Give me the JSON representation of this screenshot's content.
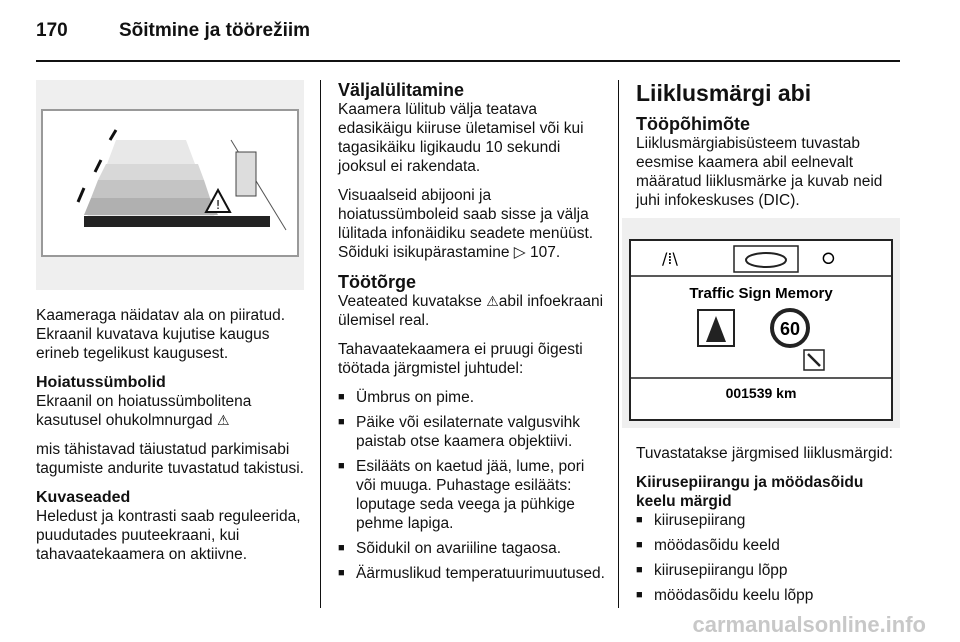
{
  "header": {
    "page_number": "170",
    "title": "Sõitmine ja töörežiim"
  },
  "col1": {
    "para1": "Kaameraga näidatav ala on piiratud. Ekraanil kuvatava kujutise kaugus erineb tegelikust kaugusest.",
    "h_symbols": "Hoiatussümbolid",
    "para2": "Ekraanil on hoiatussümbolitena kasutusel ohukolmnurgad",
    "para3": "mis tähistavad täiustatud parkimisabi tagumiste andurite tuvastatud takistusi.",
    "h_settings": "Kuvaseaded",
    "para4": "Heledust ja kontrasti saab reguleerida, puudutades puuteekraani, kui tahavaatekaamera on aktiivne."
  },
  "col2": {
    "h_off": "Väljalülitamine",
    "para1": "Kaamera lülitub välja teatava edasikäigu kiiruse ületamisel või kui tagasikäiku ligikaudu 10 sekundi jooksul ei rakendata.",
    "para2": "Visuaalseid abijooni ja hoiatussümboleid saab sisse ja välja lülitada infonäidiku seadete menüüst. Sõiduki isikupärastamine",
    "page_ref": "107.",
    "h_fault": "Töötõrge",
    "para3a": "Veateated kuvatakse",
    "para3b": "abil infoekraani ülemisel real.",
    "para4": "Tahavaatekaamera ei pruugi õigesti töötada järgmistel juhtudel:",
    "items": [
      "Ümbrus on pime.",
      "Päike või esilaternate valgusvihk paistab otse kaamera objektiivi.",
      "Esilääts on kaetud jää, lume, pori või muuga. Puhastage esilääts: loputage seda veega ja pühkige pehme lapiga.",
      "Sõidukil on avariiline tagaosa.",
      "Äärmuslikud temperatuurimuutused."
    ]
  },
  "col3": {
    "h_main": "Liiklusmärgi abi",
    "h_principle": "Tööpõhimõte",
    "para1": "Liiklusmärgiabisüsteem tuvastab eesmise kaamera abil eelnevalt määratud liiklusmärke ja kuvab neid juhi infokeskuses (DIC).",
    "display": {
      "label": "Traffic Sign Memory",
      "speed": "60",
      "odometer": "001539 km"
    },
    "para2": "Tuvastatakse järgmised liiklusmärgid:",
    "h_signs": "Kiirusepiirangu ja möödasõidu keelu märgid",
    "items": [
      "kiirusepiirang",
      "möödasõidu keeld",
      "kiirusepiirangu lõpp",
      "möödasõidu keelu lõpp"
    ]
  },
  "watermark": "carmanualsonline.info"
}
